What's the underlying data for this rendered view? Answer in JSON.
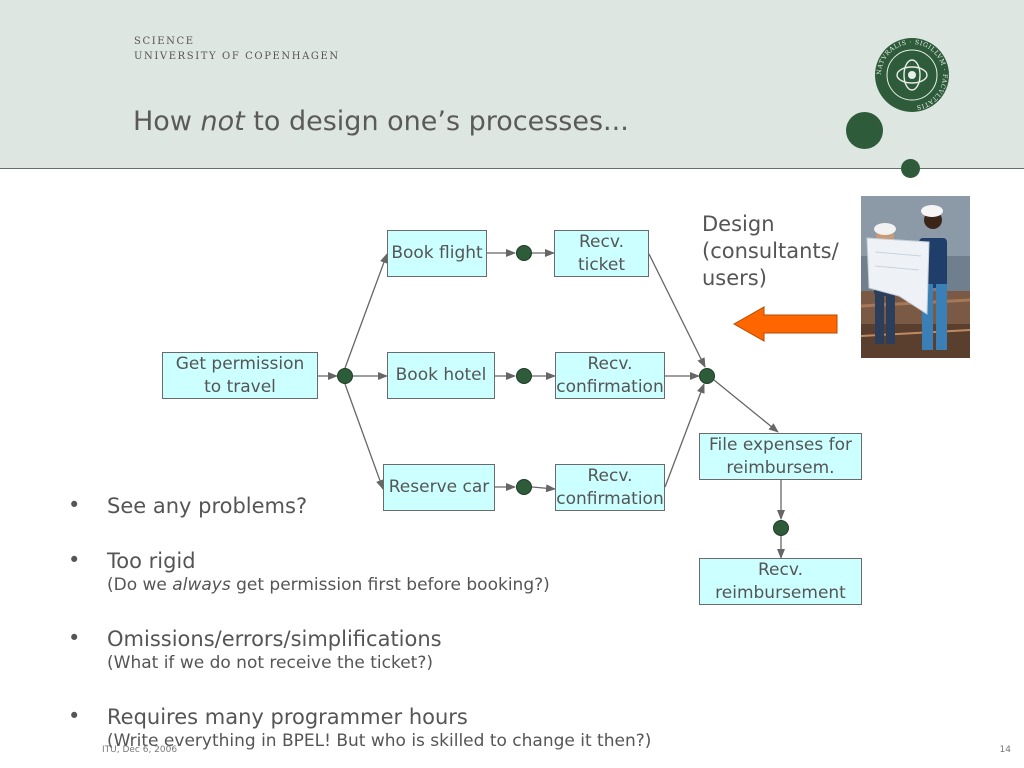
{
  "header": {
    "institution_line1": "SCIENCE",
    "institution_line2": "UNIVERSITY OF COPENHAGEN",
    "title_pre": "How ",
    "title_em": "not",
    "title_post": " to design one’s processes..."
  },
  "seal": {
    "name": "university-seal",
    "text_top": "NATVRALIS · SIGILLVM · FACVLTATIS",
    "color": "#2e5b3a"
  },
  "diagram": {
    "boxes": {
      "permission": "Get permission to travel",
      "book_flight": "Book flight",
      "book_hotel": "Book hotel",
      "reserve_car": "Reserve car",
      "recv_ticket": "Recv. ticket",
      "recv_conf_hotel": "Recv. confirmation",
      "recv_conf_car": "Recv. confirmation",
      "file_expenses": "File expenses for reimbursem.",
      "recv_reimb": "Recv. reimbursement"
    },
    "box_fill": "#ccffff",
    "gateway_color": "#2e5b3a"
  },
  "design_note": {
    "text": "Design (consultants/ users)",
    "arrow_color": "#ff6600",
    "photo": "workers-reviewing-blueprint-photo"
  },
  "bullets": [
    {
      "main": "See any problems?"
    },
    {
      "main": "Too rigid",
      "sub_pre": "(Do we ",
      "sub_em": "always",
      "sub_post": " get permission first before booking?)"
    },
    {
      "main": "Omissions/errors/simplifications",
      "sub": "(What if we do not receive the ticket?)"
    },
    {
      "main": "Requires many programmer hours",
      "sub": "(Write everything in BPEL! But who is skilled to change it then?)"
    }
  ],
  "footer": {
    "left": "ITU, Dec 6, 2006",
    "page": "14"
  }
}
